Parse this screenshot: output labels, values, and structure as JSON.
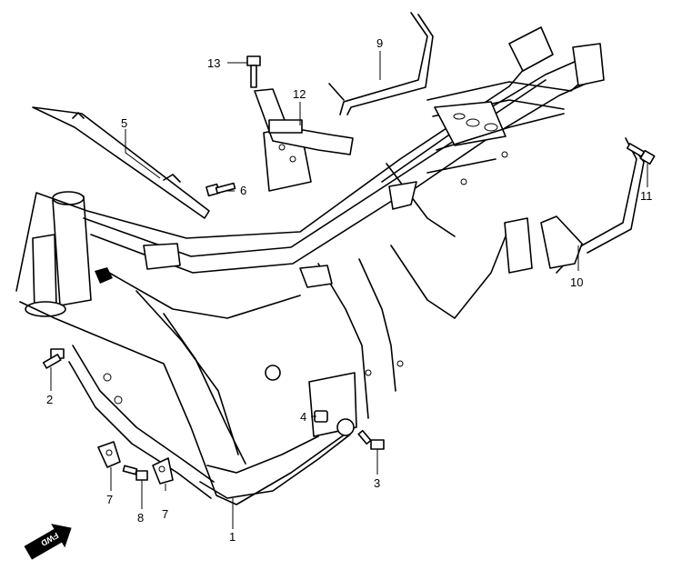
{
  "callouts": {
    "c1": "1",
    "c2": "2",
    "c3": "3",
    "c4": "4",
    "c5": "5",
    "c6": "6",
    "c7a": "7",
    "c7b": "7",
    "c8": "8",
    "c9": "9",
    "c10": "10",
    "c11": "11",
    "c12": "12",
    "c13": "13"
  },
  "fwd_label": "FWD",
  "colors": {
    "line": "#000000",
    "background": "#ffffff"
  }
}
